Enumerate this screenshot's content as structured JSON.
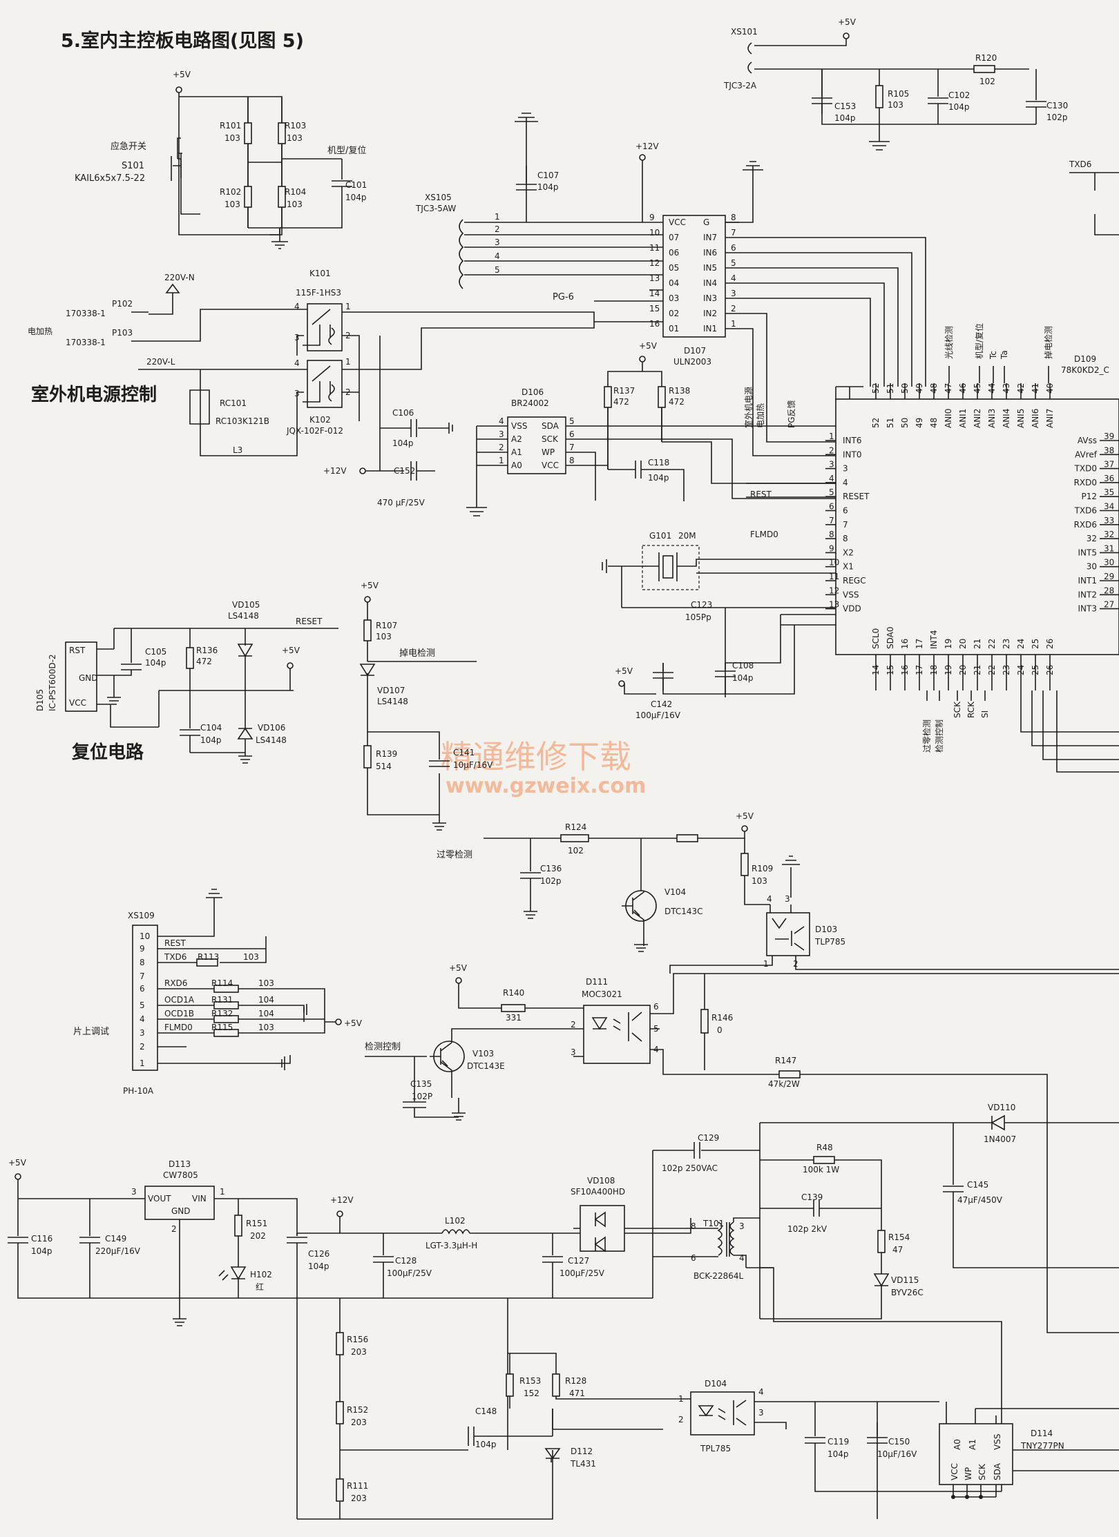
{
  "title": "5.室内主控板电路图(见图 5)",
  "watermark": {
    "cn": "精通维修下载",
    "url": "www.gzweix.com"
  },
  "headings": {
    "outdoor_power": "室外机电源控制",
    "reset_circuit": "复位电路",
    "onchip_debug": "片上调试"
  },
  "supply_labels": {
    "p5v": "+5V",
    "p12v": "+12V",
    "ac_n": "220V-N",
    "ac_l": "220V-L"
  },
  "components": {
    "S101": {
      "ref": "S101",
      "name": "应急开关",
      "value": "KAIL6x5x7.5-22"
    },
    "R101": {
      "ref": "R101",
      "value": "103"
    },
    "R102": {
      "ref": "R102",
      "value": "103"
    },
    "R103": {
      "ref": "R103",
      "value": "103"
    },
    "R104": {
      "ref": "R104",
      "value": "103"
    },
    "C101": {
      "ref": "C101",
      "value": "104p"
    },
    "XS101": {
      "ref": "XS101",
      "value": "TJC3-2A"
    },
    "R105": {
      "ref": "R105",
      "value": "103"
    },
    "R120": {
      "ref": "R120",
      "value": "102"
    },
    "C153": {
      "ref": "C153",
      "value": "104p"
    },
    "C102": {
      "ref": "C102",
      "value": "104p"
    },
    "C130": {
      "ref": "C130",
      "value": "102p"
    },
    "C107": {
      "ref": "C107",
      "value": "104p"
    },
    "XS105": {
      "ref": "XS105",
      "value": "TJC3-5AW"
    },
    "D107": {
      "ref": "D107",
      "value": "ULN2003"
    },
    "P102": {
      "ref": "P102",
      "value": "170338-1"
    },
    "P103": {
      "ref": "P103",
      "value": "170338-1"
    },
    "K101": {
      "ref": "K101",
      "value": "115F-1HS3"
    },
    "K102": {
      "ref": "K102",
      "value": "JQX-102F-012"
    },
    "RC101": {
      "ref": "RC101",
      "value": "RC103K121B"
    },
    "L3": {
      "ref": "L3"
    },
    "C106": {
      "ref": "C106",
      "value": "104p"
    },
    "C152": {
      "ref": "C152",
      "value": "470 μF/25V"
    },
    "D106": {
      "ref": "D106",
      "value": "BR24002"
    },
    "R137": {
      "ref": "R137",
      "value": "472"
    },
    "R138": {
      "ref": "R138",
      "value": "472"
    },
    "C118": {
      "ref": "C118",
      "value": "104p"
    },
    "D109": {
      "ref": "D109",
      "value": "78K0KD2_C"
    },
    "G101": {
      "ref": "G101",
      "value": "20M"
    },
    "C123": {
      "ref": "C123",
      "value": "105Pp"
    },
    "C108": {
      "ref": "C108",
      "value": "104p"
    },
    "C142": {
      "ref": "C142",
      "value": "100μF/16V"
    },
    "VD105": {
      "ref": "VD105",
      "value": "LS4148"
    },
    "D105": {
      "ref": "D105",
      "value": "IC-PST600D-2"
    },
    "C105": {
      "ref": "C105",
      "value": "104p"
    },
    "R136": {
      "ref": "R136",
      "value": "472"
    },
    "C104": {
      "ref": "C104",
      "value": "104p"
    },
    "VD106": {
      "ref": "VD106",
      "value": "LS4148"
    },
    "R107": {
      "ref": "R107",
      "value": "103"
    },
    "VD107": {
      "ref": "VD107",
      "value": "LS4148"
    },
    "R139": {
      "ref": "R139",
      "value": "514"
    },
    "C141": {
      "ref": "C141",
      "value": "10μF/16V"
    },
    "R124": {
      "ref": "R124",
      "value": "102"
    },
    "C136": {
      "ref": "C136",
      "value": "102p"
    },
    "V104": {
      "ref": "V104",
      "value": "DTC143C"
    },
    "R109": {
      "ref": "R109",
      "value": "103"
    },
    "D103": {
      "ref": "D103",
      "value": "TLP785"
    },
    "XS109": {
      "ref": "XS109",
      "value": "PH-10A"
    },
    "R113": {
      "ref": "R113",
      "value": "103"
    },
    "R114": {
      "ref": "R114",
      "value": "103"
    },
    "R131": {
      "ref": "R131",
      "value": "104"
    },
    "R132": {
      "ref": "R132",
      "value": "104"
    },
    "R115": {
      "ref": "R115",
      "value": "103"
    },
    "R140": {
      "ref": "R140",
      "value": "331"
    },
    "D111": {
      "ref": "D111",
      "value": "MOC3021"
    },
    "R146": {
      "ref": "R146",
      "value": "0"
    },
    "V103": {
      "ref": "V103",
      "value": "DTC143E"
    },
    "C135": {
      "ref": "C135",
      "value": "102P"
    },
    "R147": {
      "ref": "R147",
      "value": "47k/2W"
    },
    "VD110": {
      "ref": "VD110",
      "value": "1N4007"
    },
    "C129": {
      "ref": "C129",
      "value": "102p 250VAC"
    },
    "R48": {
      "ref": "R48",
      "value": "100k 1W"
    },
    "C139": {
      "ref": "C139",
      "value": "102p 2kV"
    },
    "C145": {
      "ref": "C145",
      "value": "47μF/450V"
    },
    "D113": {
      "ref": "D113",
      "value": "CW7805"
    },
    "C116": {
      "ref": "C116",
      "value": "104p"
    },
    "C149": {
      "ref": "C149",
      "value": "220μF/16V"
    },
    "R151": {
      "ref": "R151",
      "value": "202"
    },
    "H102": {
      "ref": "H102",
      "value": "红"
    },
    "C126": {
      "ref": "C126",
      "value": "104p"
    },
    "L102": {
      "ref": "L102",
      "value": "LGT-3.3μH-H"
    },
    "C128": {
      "ref": "C128",
      "value": "100μF/25V"
    },
    "VD108": {
      "ref": "VD108",
      "value": "SF10A400HD"
    },
    "C127": {
      "ref": "C127",
      "value": "100μF/25V"
    },
    "T101": {
      "ref": "T101",
      "value": "BCK-22864L"
    },
    "R154": {
      "ref": "R154",
      "value": "47"
    },
    "VD115": {
      "ref": "VD115",
      "value": "BYV26C"
    },
    "R156": {
      "ref": "R156",
      "value": "203"
    },
    "R152": {
      "ref": "R152",
      "value": "203"
    },
    "R111": {
      "ref": "R111",
      "value": "203"
    },
    "R153": {
      "ref": "R153",
      "value": "152"
    },
    "R128": {
      "ref": "R128",
      "value": "471"
    },
    "C148": {
      "ref": "C148",
      "value": "104p"
    },
    "D112": {
      "ref": "D112",
      "value": "TL431"
    },
    "D104": {
      "ref": "D104",
      "value": "TPL785"
    },
    "C119": {
      "ref": "C119",
      "value": "104p"
    },
    "C150": {
      "ref": "C150",
      "value": "10μF/16V"
    },
    "D114": {
      "ref": "D114",
      "value": "TNY277PN"
    }
  },
  "net_labels": {
    "model_reset": "机型/复位",
    "elec_heat": "电加热",
    "pg6": "PG-6",
    "pg_fb": "PG反馈",
    "elec_heat_v": "电加热",
    "outdoor_pwr_v": "室外机电源",
    "rest": "REST",
    "flmd0": "FLMD0",
    "reset": "RESET",
    "power_detect": "掉电检测",
    "zero_cross": "过零检测",
    "detect_ctrl": "检测控制",
    "txd6": "TXD6",
    "light_detect": "光线检测",
    "model_reset_v": "机型/复位",
    "tc": "Tc",
    "ta": "Ta",
    "power_detect_v": "掉电检测",
    "zc_detect_v": "过零检测",
    "detect_ctrl_v": "检测控制",
    "sck": "SCK",
    "rck": "RCK",
    "si": "SI"
  },
  "uln2003_pins_left": [
    {
      "name": "VCC",
      "num": "9"
    },
    {
      "name": "07",
      "num": "10"
    },
    {
      "name": "06",
      "num": "11"
    },
    {
      "name": "05",
      "num": "12"
    },
    {
      "name": "04",
      "num": "13"
    },
    {
      "name": "03",
      "num": "14"
    },
    {
      "name": "02",
      "num": "15"
    },
    {
      "name": "01",
      "num": "16"
    }
  ],
  "uln2003_pins_right": [
    {
      "name": "G",
      "num": "8"
    },
    {
      "name": "IN7",
      "num": "7"
    },
    {
      "name": "IN6",
      "num": "6"
    },
    {
      "name": "IN5",
      "num": "5"
    },
    {
      "name": "IN4",
      "num": "4"
    },
    {
      "name": "IN3",
      "num": "3"
    },
    {
      "name": "IN2",
      "num": "2"
    },
    {
      "name": "IN1",
      "num": "1"
    }
  ],
  "xs105_pins": [
    "1",
    "2",
    "3",
    "4",
    "5"
  ],
  "eeprom_left": [
    {
      "name": "VSS",
      "num": "4"
    },
    {
      "name": "A2",
      "num": "3"
    },
    {
      "name": "A1",
      "num": "2"
    },
    {
      "name": "A0",
      "num": "1"
    }
  ],
  "eeprom_right": [
    {
      "name": "SDA",
      "num": "5"
    },
    {
      "name": "SCK",
      "num": "6"
    },
    {
      "name": "WP",
      "num": "7"
    },
    {
      "name": "VCC",
      "num": "8"
    }
  ],
  "mcu_left": [
    {
      "num": "1",
      "name": "INT6"
    },
    {
      "num": "2",
      "name": "INT0"
    },
    {
      "num": "3",
      "name": "3"
    },
    {
      "num": "4",
      "name": "4"
    },
    {
      "num": "5",
      "name": "RESET"
    },
    {
      "num": "6",
      "name": "6"
    },
    {
      "num": "7",
      "name": "7"
    },
    {
      "num": "8",
      "name": "8"
    },
    {
      "num": "9",
      "name": "X2"
    },
    {
      "num": "10",
      "name": "X1"
    },
    {
      "num": "11",
      "name": "REGC"
    },
    {
      "num": "12",
      "name": "VSS"
    },
    {
      "num": "13",
      "name": "VDD"
    }
  ],
  "mcu_right": [
    {
      "num": "39",
      "name": "AVss"
    },
    {
      "num": "38",
      "name": "AVref"
    },
    {
      "num": "37",
      "name": "TXD0"
    },
    {
      "num": "36",
      "name": "RXD0"
    },
    {
      "num": "35",
      "name": "P12"
    },
    {
      "num": "34",
      "name": "TXD6"
    },
    {
      "num": "33",
      "name": "RXD6"
    },
    {
      "num": "32",
      "name": "32"
    },
    {
      "num": "31",
      "name": "INT5"
    },
    {
      "num": "30",
      "name": "30"
    },
    {
      "num": "29",
      "name": "INT1"
    },
    {
      "num": "28",
      "name": "INT2"
    },
    {
      "num": "27",
      "name": "INT3"
    }
  ],
  "mcu_top": [
    {
      "num": "52",
      "name": "52"
    },
    {
      "num": "51",
      "name": "51"
    },
    {
      "num": "50",
      "name": "50"
    },
    {
      "num": "49",
      "name": "49"
    },
    {
      "num": "48",
      "name": "48"
    },
    {
      "num": "47",
      "name": "ANI0"
    },
    {
      "num": "46",
      "name": "ANI1"
    },
    {
      "num": "45",
      "name": "ANI2"
    },
    {
      "num": "44",
      "name": "ANI3"
    },
    {
      "num": "43",
      "name": "ANI4"
    },
    {
      "num": "42",
      "name": "ANI5"
    },
    {
      "num": "41",
      "name": "ANI6"
    },
    {
      "num": "40",
      "name": "ANI7"
    }
  ],
  "mcu_bottom": [
    {
      "num": "14",
      "name": "SCL0"
    },
    {
      "num": "15",
      "name": "SDA0"
    },
    {
      "num": "16",
      "name": "16"
    },
    {
      "num": "17",
      "name": "17"
    },
    {
      "num": "18",
      "name": "INT4"
    },
    {
      "num": "19",
      "name": "19"
    },
    {
      "num": "20",
      "name": "20"
    },
    {
      "num": "21",
      "name": "21"
    },
    {
      "num": "22",
      "name": "22"
    },
    {
      "num": "23",
      "name": "23"
    },
    {
      "num": "24",
      "name": "24"
    },
    {
      "num": "25",
      "name": "25"
    },
    {
      "num": "26",
      "name": "26"
    }
  ],
  "reset_ic_pins": [
    "RST",
    "GND",
    "VCC"
  ],
  "xs109_pins": [
    "10",
    "9",
    "8",
    "7",
    "6",
    "5",
    "4",
    "3",
    "2",
    "1"
  ],
  "xs109_signals": [
    "REST",
    "TXD6",
    "RXD6",
    "OCD1A",
    "OCD1B",
    "FLMD0"
  ],
  "cw7805_pins": {
    "vout": "VOUT",
    "vin": "VIN",
    "gnd": "GND",
    "n1": "1",
    "n2": "2",
    "n3": "3"
  },
  "d114_pins": [
    "A0",
    "A1",
    "VSS",
    "VCC",
    "WP",
    "SCK",
    "SDA"
  ],
  "pin_numbers": {
    "k_1": "1",
    "k_2": "2",
    "k_3": "3",
    "k_4": "4",
    "t101_8": "8",
    "t101_6": "6",
    "t101_3": "3",
    "t101_4": "4",
    "opto_1": "1",
    "opto_2": "2",
    "opto_3": "3",
    "opto_4": "4",
    "opto_5": "5",
    "opto_6": "6"
  }
}
